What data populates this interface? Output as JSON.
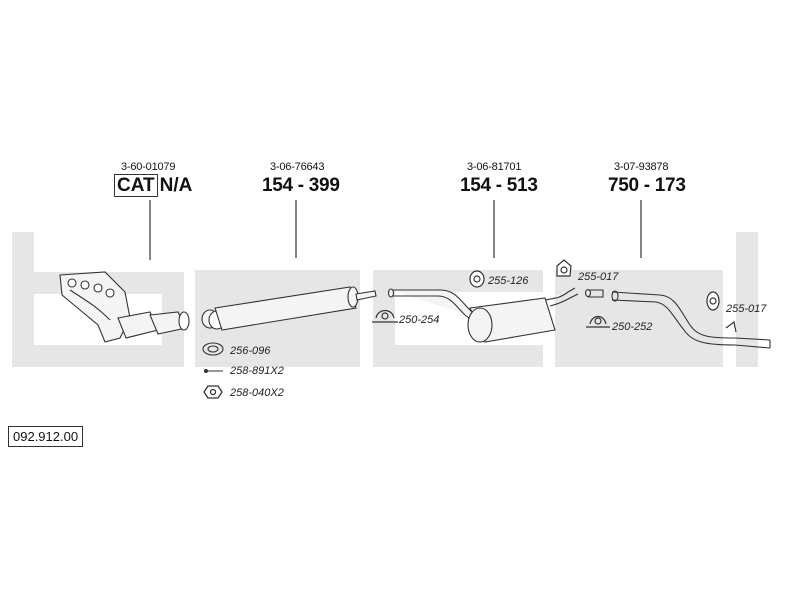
{
  "refs": [
    {
      "small": "3-60-01079",
      "cat_label": "CAT",
      "cat_value": "N/A"
    },
    {
      "small": "3-06-76643",
      "big": "154 - 399"
    },
    {
      "small": "3-06-81701",
      "big": "154 - 513"
    },
    {
      "small": "3-07-93878",
      "big": "750 - 173"
    }
  ],
  "parts": {
    "p256_096": "256-096",
    "p258_891": "258-891X2",
    "p258_040": "258-040X2",
    "p250_254": "250-254",
    "p255_126": "255-126",
    "p255_017_a": "255-017",
    "p250_252": "250-252",
    "p255_017_b": "255-017"
  },
  "diagram_id": "092.912.00"
}
